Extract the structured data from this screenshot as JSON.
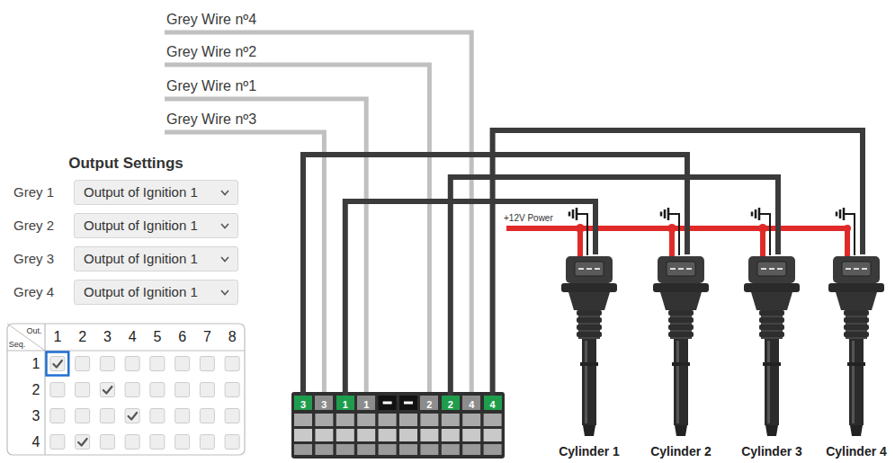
{
  "diagram": {
    "title": "Output Settings",
    "nodes": [
      {
        "text": [
          "Output of Ignition 1"
        ]
      },
      {
        "text": [
          "Output of Ignition 1"
        ]
      },
      {
        "text": [
          "Output of Ignition 1"
        ]
      },
      {
        "text": [
          "Output of Ignition 1"
        ]
      },
      {
        "text": [
          "3"
        ]
      },
      {
        "text": [
          "3"
        ]
      },
      {
        "text": [
          "1"
        ]
      },
      {
        "text": [
          "1"
        ]
      },
      {
        "text": [
          "2"
        ]
      },
      {
        "text": [
          "2"
        ]
      },
      {
        "text": [
          "4"
        ]
      },
      {
        "text": [
          "4"
        ]
      },
      {
        "text": [
          "Cylinder 1"
        ]
      },
      {
        "text": [
          "Cylinder 2"
        ]
      },
      {
        "text": [
          "Cylinder 3"
        ]
      },
      {
        "text": [
          "Cylinder 4"
        ]
      }
    ],
    "edges": [
      {
        "from": 4,
        "to": 13,
        "arrow": "none"
      },
      {
        "from": 6,
        "to": 12,
        "arrow": "none"
      },
      {
        "from": 9,
        "to": 14,
        "arrow": "none"
      },
      {
        "from": 11,
        "to": 15,
        "arrow": "none"
      }
    ],
    "labels": [
      "Grey Wire nº4",
      "Grey Wire nº2",
      "Grey Wire nº1",
      "Grey Wire nº3",
      "Grey 1",
      "Grey 2",
      "Grey 3",
      "Grey 4",
      "Out.",
      "Seq.",
      "1",
      "2",
      "3",
      "4",
      "5",
      "6",
      "7",
      "8",
      "1",
      "2",
      "3",
      "4",
      "+12V Power"
    ]
  }
}
